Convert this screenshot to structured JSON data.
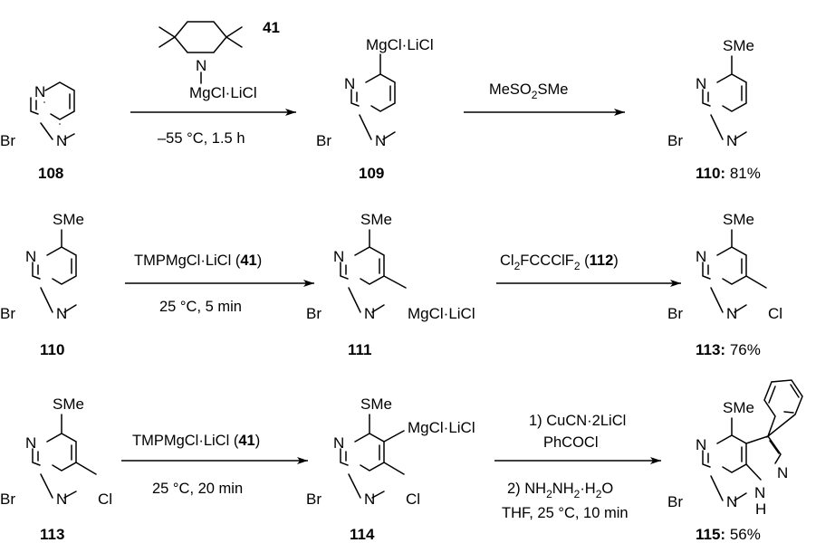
{
  "atoms": {
    "N": "N",
    "Br": "Br",
    "Cl": "Cl",
    "SMe": "SMe",
    "MgClLiCl": "MgCl·LiCl",
    "NH": "N",
    "H": "H"
  },
  "compounds": {
    "c108": "108",
    "c109": "109",
    "c110_yield_num": "110:",
    "c110_yield_val": " 81%",
    "c110": "110",
    "c111": "111",
    "c113_yield_num": "113:",
    "c113_yield_val": " 76%",
    "c113": "113",
    "c114": "114",
    "c115_yield_num": "115:",
    "c115_yield_val": " 56%"
  },
  "reagents": {
    "tmp_label": "41",
    "tmp_mg": "MgCl·LiCl",
    "step1_cond": "–55 °C, 1.5 h",
    "step2_reagent_pre": "MeSO",
    "step2_reagent_sub": "2",
    "step2_reagent_post": "SMe",
    "step3_reagent_pre": "TMPMgCl·LiCl (",
    "step3_reagent_num": "41",
    "step3_reagent_post": ")",
    "step3_cond": "25 °C, 5 min",
    "step4_p1": "Cl",
    "step4_s1": "2",
    "step4_p2": "FCCClF",
    "step4_s2": "2",
    "step4_p3": " (",
    "step4_num": "112",
    "step4_p4": ")",
    "step5_reagent_pre": "TMPMgCl·LiCl (",
    "step5_reagent_num": "41",
    "step5_reagent_post": ")",
    "step5_cond": "25 °C, 20 min",
    "step6_line1": "1) CuCN·2LiCl",
    "step6_line2": "PhCOCl",
    "step6_line3": "2) NH",
    "step6_line3_s1": "2",
    "step6_line3_mid": "NH",
    "step6_line3_s2": "2",
    "step6_line3_end": "·H",
    "step6_line3_s3": "2",
    "step6_line3_tail": "O",
    "step6_line4": "THF, 25 °C, 10 min"
  }
}
